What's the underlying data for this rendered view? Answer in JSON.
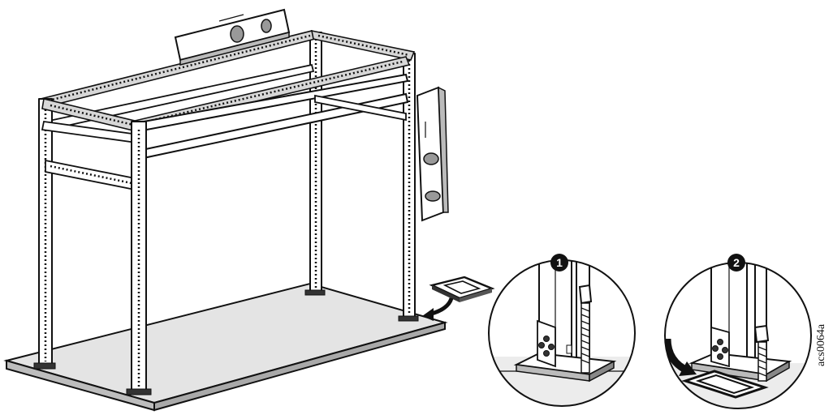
{
  "figure": {
    "callouts": [
      "1",
      "2"
    ],
    "figure_id": "acs0064a"
  }
}
